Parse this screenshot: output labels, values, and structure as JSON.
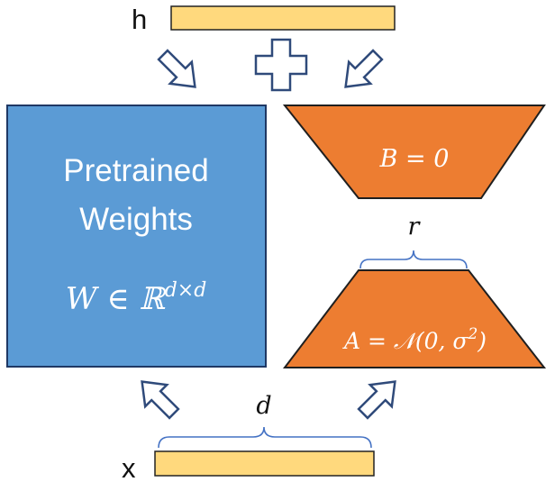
{
  "labels": {
    "output": "h",
    "input": "x",
    "pretrained_line1": "Pretrained",
    "pretrained_line2": "Weights",
    "w_main": "W ∈ ℝ",
    "w_sup": "d×d",
    "b_label": "B = 0",
    "a_main": "A = 𝒩(0, σ",
    "a_sup": "2",
    "a_close": ")",
    "rank": "r",
    "dim": "d"
  },
  "icons": {
    "plus": "plus-icon",
    "arrow": "hollow-arrow-icon"
  },
  "colors": {
    "vector_fill": "#FFD97D",
    "vector_stroke": "#222222",
    "weights_fill": "#5B9BD5",
    "weights_stroke": "#1F3864",
    "lowrank_fill": "#ED7D31",
    "lowrank_stroke": "#1F1F1F",
    "arrow_stroke": "#2F4A7A",
    "brace_stroke": "#4472C4",
    "white_text": "#FFFFFF",
    "dark_text": "#111111"
  }
}
